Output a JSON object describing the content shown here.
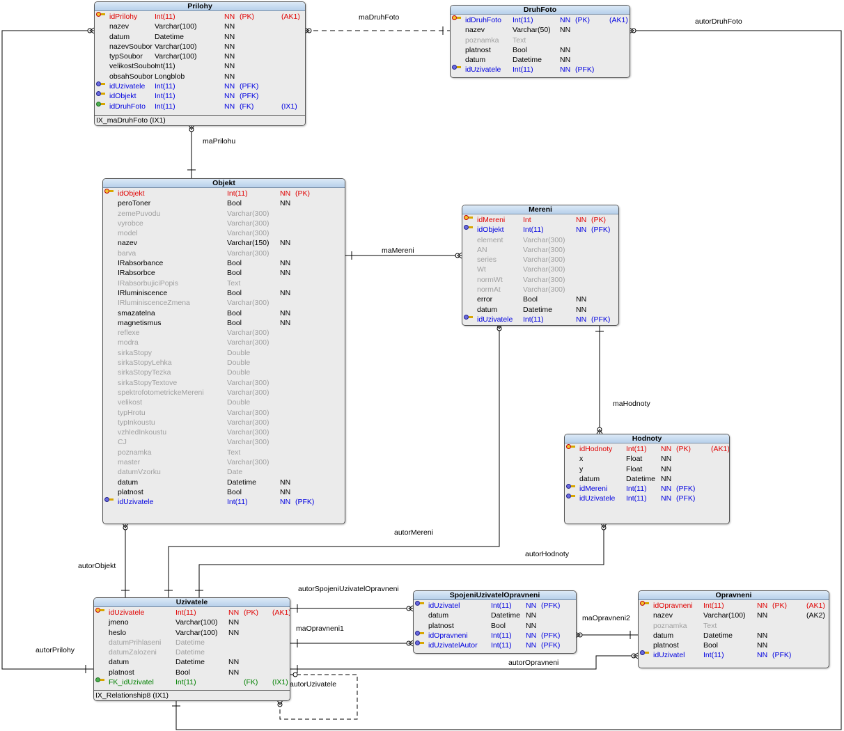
{
  "relationships": {
    "maDruhFoto": "maDruhFoto",
    "autorDruhFoto": "autorDruhFoto",
    "maPrilohu": "maPrilohu",
    "maMereni": "maMereni",
    "maHodnoty": "maHodnoty",
    "autorMereni": "autorMereni",
    "autorHodnoty": "autorHodnoty",
    "autorObjekt": "autorObjekt",
    "autorPrilohy": "autorPrilohy",
    "autorSpojeniUzivatelOpravneni": "autorSpojeniUzivatelOpravneni",
    "maOpravneni1": "maOpravneni1",
    "maOpravneni2": "maOpravneni2",
    "autorOpravneni": "autorOpravneni",
    "autorUzivatele": "autorUzivatele"
  },
  "colors": {
    "pk": "#e00000",
    "fk": "#0000e0",
    "fk_green": "#008000",
    "dim": "#a0a0a0",
    "header": "#b7d0ea"
  },
  "entities": {
    "prilohy": {
      "title": "Prilohy",
      "rows": [
        {
          "icon": "pk",
          "name": "idPrilohy",
          "type": "Int(11)",
          "nn": "NN",
          "k1": "(PK)",
          "k2": "(AK1)",
          "style": "pk"
        },
        {
          "icon": "",
          "name": "nazev",
          "type": "Varchar(100)",
          "nn": "NN",
          "k1": "",
          "k2": "",
          "style": "norm"
        },
        {
          "icon": "",
          "name": "datum",
          "type": "Datetime",
          "nn": "NN",
          "k1": "",
          "k2": "",
          "style": "norm"
        },
        {
          "icon": "",
          "name": "nazevSoubor",
          "type": "Varchar(100)",
          "nn": "NN",
          "k1": "",
          "k2": "",
          "style": "norm"
        },
        {
          "icon": "",
          "name": "typSoubor",
          "type": "Varchar(100)",
          "nn": "NN",
          "k1": "",
          "k2": "",
          "style": "norm"
        },
        {
          "icon": "",
          "name": "velikostSoubor",
          "type": "Int(11)",
          "nn": "NN",
          "k1": "",
          "k2": "",
          "style": "norm"
        },
        {
          "icon": "",
          "name": "obsahSoubor",
          "type": "Longblob",
          "nn": "NN",
          "k1": "",
          "k2": "",
          "style": "norm"
        },
        {
          "icon": "pfk",
          "name": "idUzivatele",
          "type": "Int(11)",
          "nn": "NN",
          "k1": "(PFK)",
          "k2": "",
          "style": "fk"
        },
        {
          "icon": "pfk",
          "name": "idObjekt",
          "type": "Int(11)",
          "nn": "NN",
          "k1": "(PFK)",
          "k2": "",
          "style": "fk"
        },
        {
          "icon": "fk",
          "name": "idDruhFoto",
          "type": "Int(11)",
          "nn": "NN",
          "k1": "(FK)",
          "k2": "(IX1)",
          "style": "fk"
        }
      ],
      "index": "IX_maDruhFoto (IX1)"
    },
    "druhfoto": {
      "title": "DruhFoto",
      "rows": [
        {
          "icon": "pk",
          "name": "idDruhFoto",
          "type": "Int(11)",
          "nn": "NN",
          "k1": "(PK)",
          "k2": "(AK1)",
          "style": "fk"
        },
        {
          "icon": "",
          "name": "nazev",
          "type": "Varchar(50)",
          "nn": "NN",
          "k1": "",
          "k2": "",
          "style": "norm"
        },
        {
          "icon": "",
          "name": "poznamka",
          "type": "Text",
          "nn": "",
          "k1": "",
          "k2": "",
          "style": "dim"
        },
        {
          "icon": "",
          "name": "platnost",
          "type": "Bool",
          "nn": "NN",
          "k1": "",
          "k2": "",
          "style": "norm"
        },
        {
          "icon": "",
          "name": "datum",
          "type": "Datetime",
          "nn": "NN",
          "k1": "",
          "k2": "",
          "style": "norm"
        },
        {
          "icon": "pfk",
          "name": "idUzivatele",
          "type": "Int(11)",
          "nn": "NN",
          "k1": "(PFK)",
          "k2": "",
          "style": "fk"
        }
      ]
    },
    "objekt": {
      "title": "Objekt",
      "rows": [
        {
          "icon": "pk",
          "name": "idObjekt",
          "type": "Int(11)",
          "nn": "NN",
          "k1": "(PK)",
          "k2": "",
          "style": "pk"
        },
        {
          "icon": "",
          "name": "peroToner",
          "type": "Bool",
          "nn": "NN",
          "k1": "",
          "k2": "",
          "style": "norm"
        },
        {
          "icon": "",
          "name": "zemePuvodu",
          "type": "Varchar(300)",
          "nn": "",
          "k1": "",
          "k2": "",
          "style": "dim"
        },
        {
          "icon": "",
          "name": "vyrobce",
          "type": "Varchar(300)",
          "nn": "",
          "k1": "",
          "k2": "",
          "style": "dim"
        },
        {
          "icon": "",
          "name": "model",
          "type": "Varchar(300)",
          "nn": "",
          "k1": "",
          "k2": "",
          "style": "dim"
        },
        {
          "icon": "",
          "name": "nazev",
          "type": "Varchar(150)",
          "nn": "NN",
          "k1": "",
          "k2": "",
          "style": "norm"
        },
        {
          "icon": "",
          "name": "barva",
          "type": "Varchar(300)",
          "nn": "",
          "k1": "",
          "k2": "",
          "style": "dim"
        },
        {
          "icon": "",
          "name": "IRabsorbance",
          "type": "Bool",
          "nn": "NN",
          "k1": "",
          "k2": "",
          "style": "norm"
        },
        {
          "icon": "",
          "name": "IRabsorbce",
          "type": "Bool",
          "nn": "NN",
          "k1": "",
          "k2": "",
          "style": "norm"
        },
        {
          "icon": "",
          "name": "IRabsorbujiciPopis",
          "type": "Text",
          "nn": "",
          "k1": "",
          "k2": "",
          "style": "dim"
        },
        {
          "icon": "",
          "name": "IRluminiscence",
          "type": "Bool",
          "nn": "NN",
          "k1": "",
          "k2": "",
          "style": "norm"
        },
        {
          "icon": "",
          "name": "IRluminiscenceZmena",
          "type": "Varchar(300)",
          "nn": "",
          "k1": "",
          "k2": "",
          "style": "dim"
        },
        {
          "icon": "",
          "name": "smazatelna",
          "type": "Bool",
          "nn": "NN",
          "k1": "",
          "k2": "",
          "style": "norm"
        },
        {
          "icon": "",
          "name": "magnetismus",
          "type": "Bool",
          "nn": "NN",
          "k1": "",
          "k2": "",
          "style": "norm"
        },
        {
          "icon": "",
          "name": "reflexe",
          "type": "Varchar(300)",
          "nn": "",
          "k1": "",
          "k2": "",
          "style": "dim"
        },
        {
          "icon": "",
          "name": "modra",
          "type": "Varchar(300)",
          "nn": "",
          "k1": "",
          "k2": "",
          "style": "dim"
        },
        {
          "icon": "",
          "name": "sirkaStopy",
          "type": "Double",
          "nn": "",
          "k1": "",
          "k2": "",
          "style": "dim"
        },
        {
          "icon": "",
          "name": "sirkaStopyLehka",
          "type": "Double",
          "nn": "",
          "k1": "",
          "k2": "",
          "style": "dim"
        },
        {
          "icon": "",
          "name": "sirkaStopyTezka",
          "type": "Double",
          "nn": "",
          "k1": "",
          "k2": "",
          "style": "dim"
        },
        {
          "icon": "",
          "name": "sirkaStopyTextove",
          "type": "Varchar(300)",
          "nn": "",
          "k1": "",
          "k2": "",
          "style": "dim"
        },
        {
          "icon": "",
          "name": "spektrofotometrickeMereni",
          "type": "Varchar(300)",
          "nn": "",
          "k1": "",
          "k2": "",
          "style": "dim"
        },
        {
          "icon": "",
          "name": "velikost",
          "type": "Double",
          "nn": "",
          "k1": "",
          "k2": "",
          "style": "dim"
        },
        {
          "icon": "",
          "name": "typHrotu",
          "type": "Varchar(300)",
          "nn": "",
          "k1": "",
          "k2": "",
          "style": "dim"
        },
        {
          "icon": "",
          "name": "typInkoustu",
          "type": "Varchar(300)",
          "nn": "",
          "k1": "",
          "k2": "",
          "style": "dim"
        },
        {
          "icon": "",
          "name": "vzhledInkoustu",
          "type": "Varchar(300)",
          "nn": "",
          "k1": "",
          "k2": "",
          "style": "dim"
        },
        {
          "icon": "",
          "name": "CJ",
          "type": "Varchar(300)",
          "nn": "",
          "k1": "",
          "k2": "",
          "style": "dim"
        },
        {
          "icon": "",
          "name": "poznamka",
          "type": "Text",
          "nn": "",
          "k1": "",
          "k2": "",
          "style": "dim"
        },
        {
          "icon": "",
          "name": "master",
          "type": "Varchar(300)",
          "nn": "",
          "k1": "",
          "k2": "",
          "style": "dim"
        },
        {
          "icon": "",
          "name": "datumVzorku",
          "type": "Date",
          "nn": "",
          "k1": "",
          "k2": "",
          "style": "dim"
        },
        {
          "icon": "",
          "name": "datum",
          "type": "Datetime",
          "nn": "NN",
          "k1": "",
          "k2": "",
          "style": "norm"
        },
        {
          "icon": "",
          "name": "platnost",
          "type": "Bool",
          "nn": "NN",
          "k1": "",
          "k2": "",
          "style": "norm"
        },
        {
          "icon": "pfk",
          "name": "idUzivatele",
          "type": "Int(11)",
          "nn": "NN",
          "k1": "(PFK)",
          "k2": "",
          "style": "fk"
        }
      ]
    },
    "mereni": {
      "title": "Mereni",
      "rows": [
        {
          "icon": "pk",
          "name": "idMereni",
          "type": "Int",
          "nn": "NN",
          "k1": "(PK)",
          "k2": "",
          "style": "pk"
        },
        {
          "icon": "pfk",
          "name": "idObjekt",
          "type": "Int(11)",
          "nn": "NN",
          "k1": "(PFK)",
          "k2": "",
          "style": "fk"
        },
        {
          "icon": "",
          "name": "element",
          "type": "Varchar(300)",
          "nn": "",
          "k1": "",
          "k2": "",
          "style": "dim"
        },
        {
          "icon": "",
          "name": "AN",
          "type": "Varchar(300)",
          "nn": "",
          "k1": "",
          "k2": "",
          "style": "dim"
        },
        {
          "icon": "",
          "name": "series",
          "type": "Varchar(300)",
          "nn": "",
          "k1": "",
          "k2": "",
          "style": "dim"
        },
        {
          "icon": "",
          "name": "Wt",
          "type": "Varchar(300)",
          "nn": "",
          "k1": "",
          "k2": "",
          "style": "dim"
        },
        {
          "icon": "",
          "name": "normWt",
          "type": "Varchar(300)",
          "nn": "",
          "k1": "",
          "k2": "",
          "style": "dim"
        },
        {
          "icon": "",
          "name": "normAt",
          "type": "Varchar(300)",
          "nn": "",
          "k1": "",
          "k2": "",
          "style": "dim"
        },
        {
          "icon": "",
          "name": "error",
          "type": "Bool",
          "nn": "NN",
          "k1": "",
          "k2": "",
          "style": "norm"
        },
        {
          "icon": "",
          "name": "datum",
          "type": "Datetime",
          "nn": "NN",
          "k1": "",
          "k2": "",
          "style": "norm"
        },
        {
          "icon": "pfk",
          "name": "idUzivatele",
          "type": "Int(11)",
          "nn": "NN",
          "k1": "(PFK)",
          "k2": "",
          "style": "fk"
        }
      ]
    },
    "hodnoty": {
      "title": "Hodnoty",
      "rows": [
        {
          "icon": "pk",
          "name": "idHodnoty",
          "type": "Int(11)",
          "nn": "NN",
          "k1": "(PK)",
          "k2": "(AK1)",
          "style": "pk"
        },
        {
          "icon": "",
          "name": "x",
          "type": "Float",
          "nn": "NN",
          "k1": "",
          "k2": "",
          "style": "norm"
        },
        {
          "icon": "",
          "name": "y",
          "type": "Float",
          "nn": "NN",
          "k1": "",
          "k2": "",
          "style": "norm"
        },
        {
          "icon": "",
          "name": "datum",
          "type": "Datetime",
          "nn": "NN",
          "k1": "",
          "k2": "",
          "style": "norm"
        },
        {
          "icon": "pfk",
          "name": "idMereni",
          "type": "Int(11)",
          "nn": "NN",
          "k1": "(PFK)",
          "k2": "",
          "style": "fk"
        },
        {
          "icon": "pfk",
          "name": "idUzivatele",
          "type": "Int(11)",
          "nn": "NN",
          "k1": "(PFK)",
          "k2": "",
          "style": "fk"
        }
      ]
    },
    "uzivatele": {
      "title": "Uzivatele",
      "rows": [
        {
          "icon": "pk",
          "name": "idUzivatele",
          "type": "Int(11)",
          "nn": "NN",
          "k1": "(PK)",
          "k2": "(AK1)",
          "style": "pk"
        },
        {
          "icon": "",
          "name": "jmeno",
          "type": "Varchar(100)",
          "nn": "NN",
          "k1": "",
          "k2": "",
          "style": "norm"
        },
        {
          "icon": "",
          "name": "heslo",
          "type": "Varchar(100)",
          "nn": "NN",
          "k1": "",
          "k2": "",
          "style": "norm"
        },
        {
          "icon": "",
          "name": "datumPrihlaseni",
          "type": "Datetime",
          "nn": "",
          "k1": "",
          "k2": "",
          "style": "dim"
        },
        {
          "icon": "",
          "name": "datumZalozeni",
          "type": "Datetime",
          "nn": "",
          "k1": "",
          "k2": "",
          "style": "dim"
        },
        {
          "icon": "",
          "name": "datum",
          "type": "Datetime",
          "nn": "NN",
          "k1": "",
          "k2": "",
          "style": "norm"
        },
        {
          "icon": "",
          "name": "platnost",
          "type": "Bool",
          "nn": "NN",
          "k1": "",
          "k2": "",
          "style": "norm"
        },
        {
          "icon": "fk",
          "name": "FK_idUzivatel",
          "type": "Int(11)",
          "nn": "",
          "k1": "(FK)",
          "k2": "(IX1)",
          "style": "fkg"
        }
      ],
      "index": "IX_Relationship8 (IX1)"
    },
    "spojeni": {
      "title": "SpojeniUzivatelOpravneni",
      "rows": [
        {
          "icon": "pfk",
          "name": "idUzivatel",
          "type": "Int(11)",
          "nn": "NN",
          "k1": "(PFK)",
          "k2": "",
          "style": "fk"
        },
        {
          "icon": "",
          "name": "datum",
          "type": "Datetime",
          "nn": "NN",
          "k1": "",
          "k2": "",
          "style": "norm"
        },
        {
          "icon": "",
          "name": "platnost",
          "type": "Bool",
          "nn": "NN",
          "k1": "",
          "k2": "",
          "style": "norm"
        },
        {
          "icon": "pfk",
          "name": "idOpravneni",
          "type": "Int(11)",
          "nn": "NN",
          "k1": "(PFK)",
          "k2": "",
          "style": "fk"
        },
        {
          "icon": "pfk",
          "name": "idUzivatelAutor",
          "type": "Int(11)",
          "nn": "NN",
          "k1": "(PFK)",
          "k2": "",
          "style": "fk"
        }
      ]
    },
    "opravneni": {
      "title": "Opravneni",
      "rows": [
        {
          "icon": "pk",
          "name": "idOpravneni",
          "type": "Int(11)",
          "nn": "NN",
          "k1": "(PK)",
          "k2": "(AK1)",
          "style": "pk"
        },
        {
          "icon": "",
          "name": "nazev",
          "type": "Varchar(100)",
          "nn": "NN",
          "k1": "",
          "k2": "(AK2)",
          "style": "norm"
        },
        {
          "icon": "",
          "name": "poznamka",
          "type": "Text",
          "nn": "",
          "k1": "",
          "k2": "",
          "style": "dim"
        },
        {
          "icon": "",
          "name": "datum",
          "type": "Datetime",
          "nn": "NN",
          "k1": "",
          "k2": "",
          "style": "norm"
        },
        {
          "icon": "",
          "name": "platnost",
          "type": "Bool",
          "nn": "NN",
          "k1": "",
          "k2": "",
          "style": "norm"
        },
        {
          "icon": "pfk",
          "name": "idUzivatel",
          "type": "Int(11)",
          "nn": "NN",
          "k1": "(PFK)",
          "k2": "",
          "style": "fk"
        }
      ]
    }
  }
}
